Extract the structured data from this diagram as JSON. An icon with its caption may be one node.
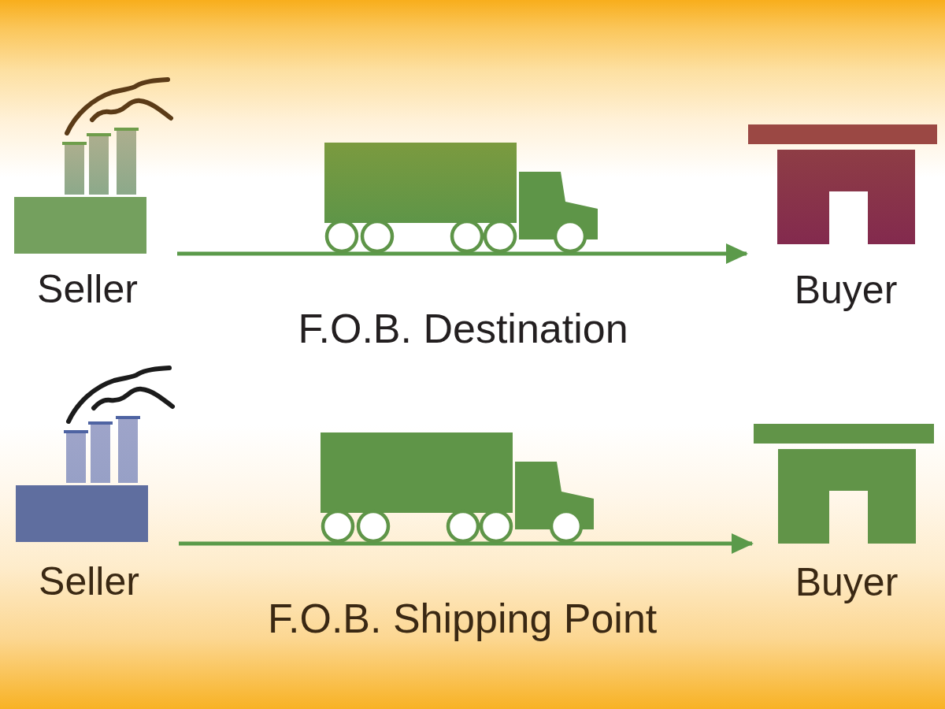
{
  "diagram": {
    "nodes": [
      {
        "text": [
          "Seller"
        ]
      },
      {
        "text": [
          "Buyer"
        ]
      },
      {
        "text": [
          "Seller"
        ]
      },
      {
        "text": [
          "Buyer"
        ]
      }
    ],
    "edges": [
      {
        "from": 0,
        "to": 1,
        "arrow": "to",
        "label": "F.O.B. Destination"
      },
      {
        "from": 2,
        "to": 3,
        "arrow": "to",
        "label": "F.O.B. Shipping Point"
      }
    ]
  }
}
